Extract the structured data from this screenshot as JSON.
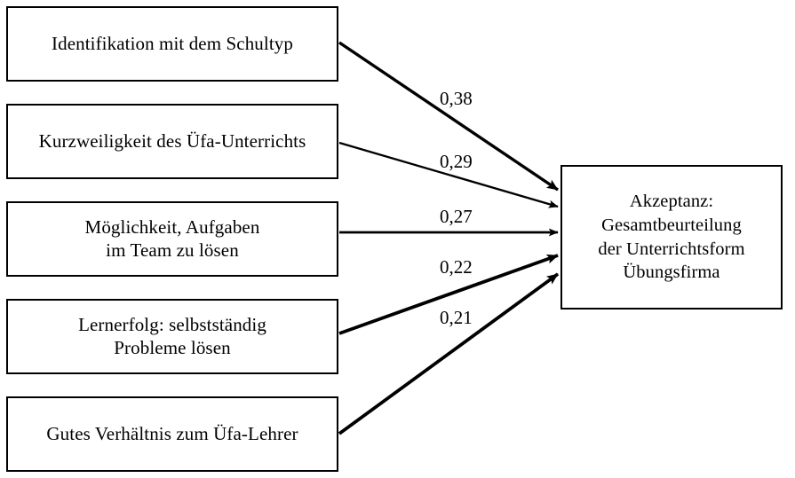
{
  "diagram": {
    "type": "path-diagram",
    "orientation": "left-to-right",
    "language": "de",
    "stroke_color": "#000000",
    "background_color": "#ffffff",
    "predictors": [
      {
        "id": "identifikation",
        "label": "Identifikation mit dem Schultyp"
      },
      {
        "id": "kurzweiligkeit",
        "label": "Kurzweiligkeit des Üfa-Unterrichts"
      },
      {
        "id": "teamarbeit",
        "label": "Möglichkeit, Aufgaben\nim Team zu lösen"
      },
      {
        "id": "lernerfolg",
        "label": "Lernerfolg: selbstständig\nProbleme lösen"
      },
      {
        "id": "verhaeltnis",
        "label": "Gutes Verhältnis zum Üfa-Lehrer"
      }
    ],
    "outcome": {
      "id": "akzeptanz",
      "label": "Akzeptanz:\nGesamtbeurteilung\nder Unterrichtsform\nÜbungsfirma"
    },
    "edges": [
      {
        "from": "identifikation",
        "to": "akzeptanz",
        "weight": "0,38",
        "value": 0.38
      },
      {
        "from": "kurzweiligkeit",
        "to": "akzeptanz",
        "weight": "0,29",
        "value": 0.29
      },
      {
        "from": "teamarbeit",
        "to": "akzeptanz",
        "weight": "0,27",
        "value": 0.27
      },
      {
        "from": "lernerfolg",
        "to": "akzeptanz",
        "weight": "0,22",
        "value": 0.22
      },
      {
        "from": "verhaeltnis",
        "to": "akzeptanz",
        "weight": "0,21",
        "value": 0.21
      }
    ]
  }
}
